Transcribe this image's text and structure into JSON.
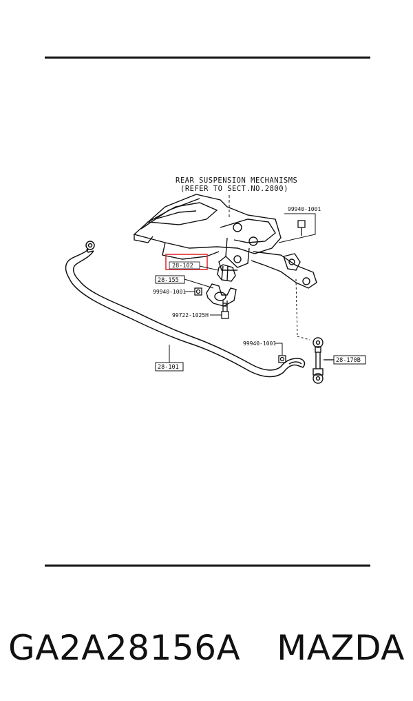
{
  "diagram": {
    "header_line1": "REAR SUSPENSION MECHANISMS",
    "header_line2": "(REFER TO SECT.NO.2800)",
    "labels": {
      "nut_top": "99940-1001",
      "part_highlighted": "28-102",
      "part_bracket": "28-155",
      "nut_left": "99940-1001",
      "bolt": "99722-1025H",
      "nut_lower": "99940-1001",
      "part_bar": "28-101",
      "part_link": "28-170B"
    },
    "highlight_color": "#e0202a"
  },
  "footer": {
    "part_number": "GA2A28156A",
    "brand": "MAZDA"
  }
}
